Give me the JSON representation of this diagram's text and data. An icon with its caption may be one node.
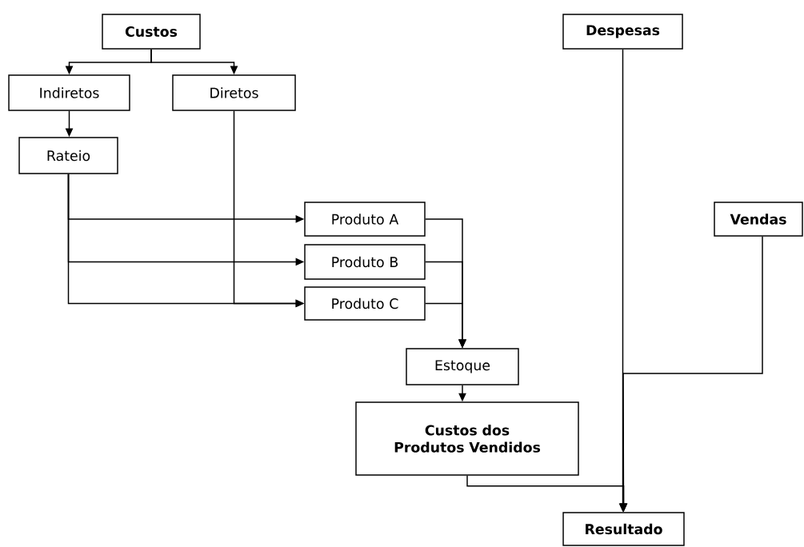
{
  "diagram": {
    "nodes": [
      {
        "text": [
          "Custos"
        ]
      },
      {
        "text": [
          "Indiretos"
        ]
      },
      {
        "text": [
          "Diretos"
        ]
      },
      {
        "text": [
          "Rateio"
        ]
      },
      {
        "text": [
          "Produto A"
        ]
      },
      {
        "text": [
          "Produto B"
        ]
      },
      {
        "text": [
          "Produto C"
        ]
      },
      {
        "text": [
          "Estoque"
        ]
      },
      {
        "text": [
          "Custos dos Produtos Vendidos"
        ]
      },
      {
        "text": [
          "Resultado"
        ]
      },
      {
        "text": [
          "Despesas"
        ]
      },
      {
        "text": [
          "Vendas"
        ]
      }
    ],
    "edges": [
      {
        "from": 0,
        "to": 1,
        "arrow": "to"
      },
      {
        "from": 0,
        "to": 2,
        "arrow": "to"
      },
      {
        "from": 1,
        "to": 3,
        "arrow": "to"
      },
      {
        "from": 3,
        "to": 4,
        "arrow": "to"
      },
      {
        "from": 3,
        "to": 5,
        "arrow": "to"
      },
      {
        "from": 3,
        "to": 6,
        "arrow": "to"
      },
      {
        "from": 2,
        "to": 6,
        "arrow": "to"
      },
      {
        "from": 4,
        "to": 7,
        "arrow": "to"
      },
      {
        "from": 5,
        "to": 7,
        "arrow": "to"
      },
      {
        "from": 6,
        "to": 7,
        "arrow": "to"
      },
      {
        "from": 7,
        "to": 8,
        "arrow": "to"
      },
      {
        "from": 8,
        "to": 9,
        "arrow": "to"
      },
      {
        "from": 10,
        "to": 9,
        "arrow": "to"
      },
      {
        "from": 11,
        "to": 9,
        "arrow": "to"
      }
    ]
  }
}
